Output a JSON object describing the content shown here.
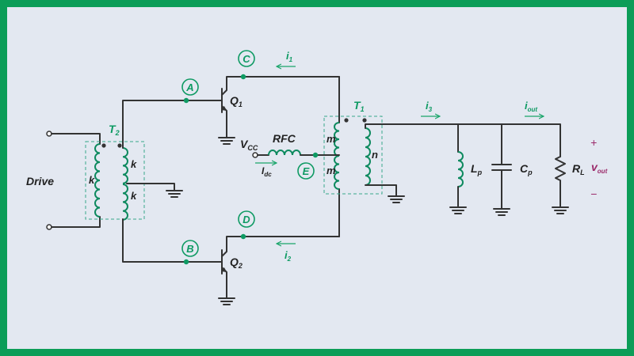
{
  "labels": {
    "drive": "Drive",
    "t2": "T",
    "t2_sub": "2",
    "t1": "T",
    "t1_sub": "1",
    "k_primary": "k",
    "k_sec_top": "k",
    "k_sec_bot": "k",
    "m_top": "m",
    "m_bot": "m",
    "n": "n",
    "q1": "Q",
    "q1_sub": "1",
    "q2": "Q",
    "q2_sub": "2",
    "vcc": "V",
    "vcc_sub": "CC",
    "rfc": "RFC",
    "idc": "I",
    "idc_sub": "dc",
    "i1": "i",
    "i1_sub": "1",
    "i2": "i",
    "i2_sub": "2",
    "i3": "i",
    "i3_sub": "3",
    "iout": "i",
    "iout_sub": "out",
    "lp": "L",
    "lp_sub": "p",
    "cp": "C",
    "cp_sub": "p",
    "rl": "R",
    "rl_sub": "L",
    "vout": "v",
    "vout_sub": "out",
    "plus": "+",
    "minus": "−"
  },
  "nodes": {
    "a": "A",
    "b": "B",
    "c": "C",
    "d": "D",
    "e": "E"
  },
  "colors": {
    "frame": "#0c9d58",
    "background": "#e3e8f1",
    "wire": "#333333",
    "accent": "#0e9a63",
    "output_voltage": "#9b2a6a"
  }
}
